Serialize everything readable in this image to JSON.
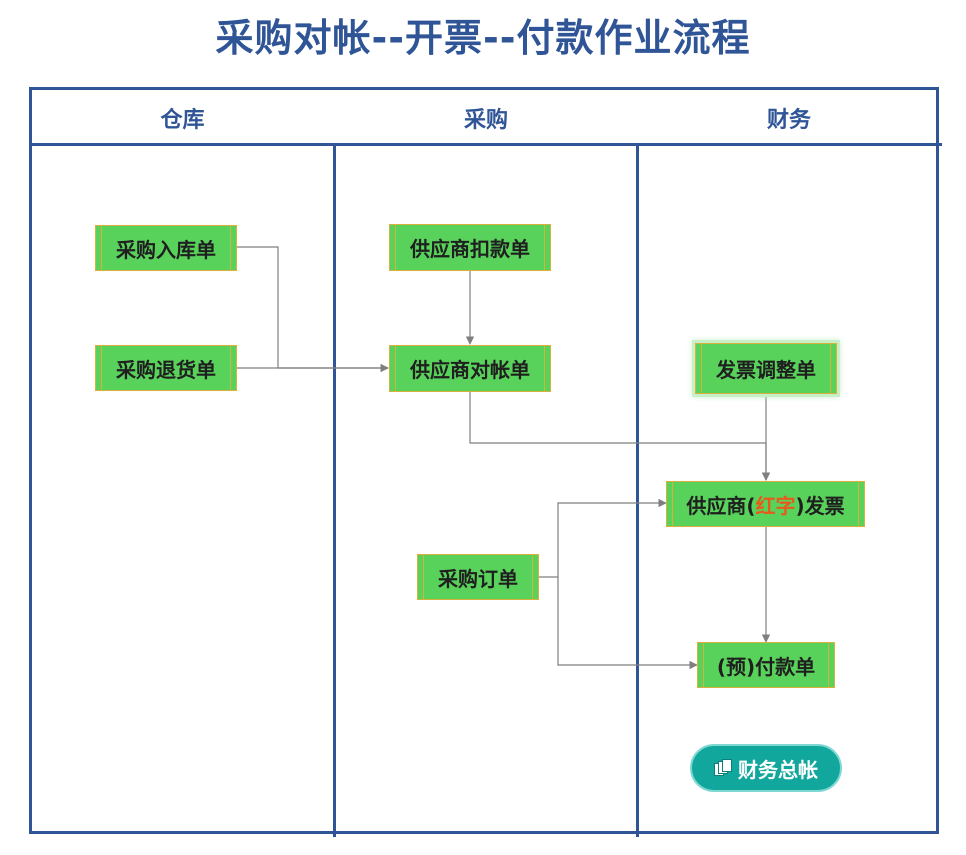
{
  "title": "采购对帐--开票--付款作业流程",
  "lanes": [
    {
      "label": "仓库"
    },
    {
      "label": "采购"
    },
    {
      "label": "财务"
    }
  ],
  "nodes": {
    "purchase_receipt": "采购入库单",
    "purchase_return": "采购退货单",
    "supplier_deduction": "供应商扣款单",
    "supplier_reconciliation": "供应商对帐单",
    "purchase_order": "采购订单",
    "invoice_adjustment": "发票调整单",
    "supplier_invoice_prefix": "供应商(",
    "supplier_invoice_red": "红字",
    "supplier_invoice_suffix": ")发票",
    "prepayment": "(预)付款单",
    "general_ledger": "财务总帐"
  },
  "colors": {
    "title": "#2f5597",
    "lane_border": "#2f5597",
    "node_fill": "#59d25b",
    "node_border": "#d7b13a",
    "highlight_text": "#e85a1c",
    "terminal_fill": "#12a79d",
    "connector": "#7f7f7f"
  },
  "icons": {
    "general_ledger": "multi-document-icon"
  }
}
